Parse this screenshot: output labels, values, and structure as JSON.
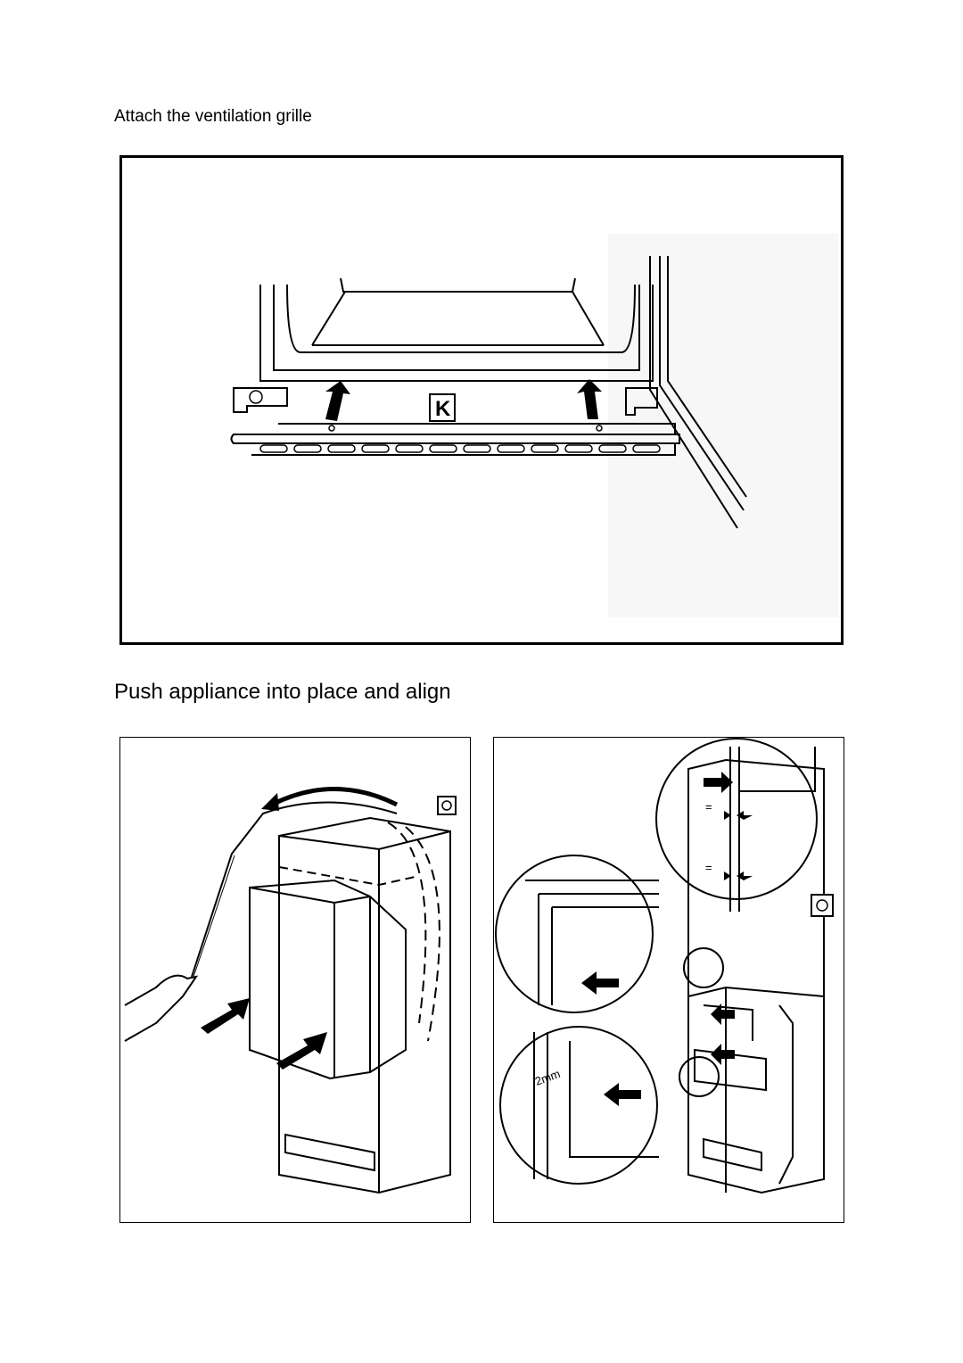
{
  "sections": {
    "grille": {
      "title": "Attach the ventilation grille",
      "marker": "K"
    },
    "push": {
      "title": "Push appliance into place and align",
      "gap_label": "2mm",
      "equal_mark": "="
    }
  },
  "icons": [
    "socket-icon",
    "arrow-up-icon",
    "arrow-push-icon",
    "curved-arrow-icon"
  ]
}
